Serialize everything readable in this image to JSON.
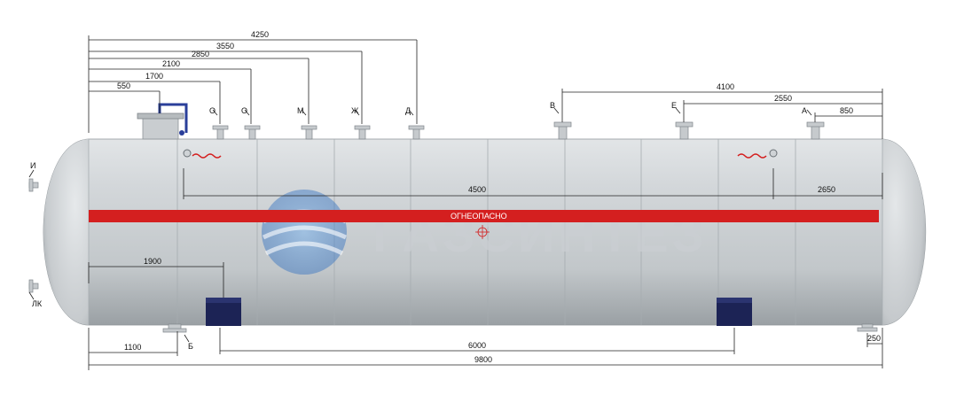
{
  "warning_label": "ОГНЕОПАСНО",
  "watermark": "ГАЗСИНТЕЗ",
  "colors": {
    "tank_body": "#cfd3d6",
    "tank_shadow": "#9ea4a8",
    "stripe": "#d41f1f",
    "saddle": "#1c2355",
    "manhole_frame": "#2a3f9a",
    "watermark_blue": "#4a90d8",
    "dimension_line": "#222222"
  },
  "top_dimensions": [
    {
      "label": "550"
    },
    {
      "label": "1700"
    },
    {
      "label": "2100"
    },
    {
      "label": "2850"
    },
    {
      "label": "3550"
    },
    {
      "label": "4250"
    }
  ],
  "top_right_dimensions": [
    {
      "label": "4100"
    },
    {
      "label": "2550"
    },
    {
      "label": "850"
    }
  ],
  "mid_dimensions": [
    {
      "label": "4500"
    },
    {
      "label": "2650"
    }
  ],
  "bottom_dimensions": [
    {
      "label": "1900"
    },
    {
      "label": "1100"
    },
    {
      "label": "6000"
    },
    {
      "label": "9800"
    },
    {
      "label": "250"
    }
  ],
  "nozzles": [
    {
      "label": "О"
    },
    {
      "label": "О"
    },
    {
      "label": "М"
    },
    {
      "label": "Ж"
    },
    {
      "label": "Д"
    },
    {
      "label": "В"
    },
    {
      "label": "Е"
    },
    {
      "label": "А"
    },
    {
      "label": "И"
    },
    {
      "label": "ЛК"
    },
    {
      "label": "Б"
    }
  ]
}
